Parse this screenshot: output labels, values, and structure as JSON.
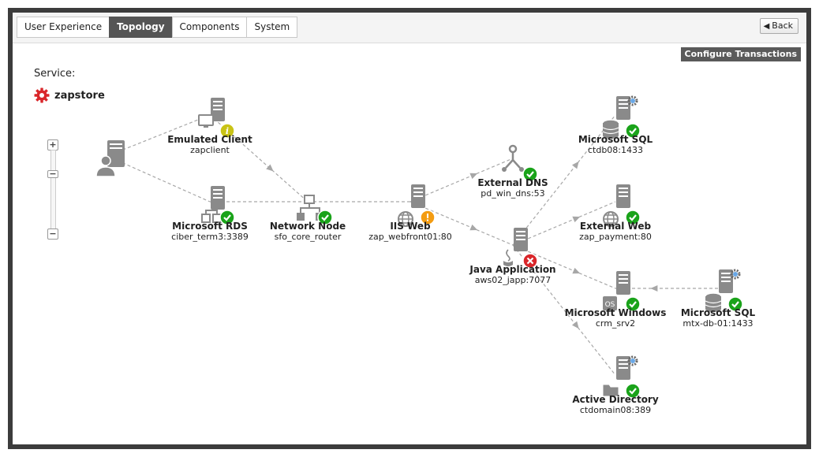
{
  "tabs": [
    {
      "label": "User Experience",
      "active": false
    },
    {
      "label": "Topology",
      "active": true
    },
    {
      "label": "Components",
      "active": false
    },
    {
      "label": "System",
      "active": false
    }
  ],
  "back_label": "Back",
  "configure_label": "Configure Transactions",
  "service_label": "Service:",
  "service_name": "zapstore",
  "zoom": {
    "plus": "+",
    "minus": "−"
  },
  "nodes": [
    {
      "name": "Emulated Client",
      "host": "zapclient",
      "status": "info"
    },
    {
      "name": "Microsoft RDS",
      "host": "ciber_term3:3389",
      "status": "ok"
    },
    {
      "name": "Network Node",
      "host": "sfo_core_router",
      "status": "ok"
    },
    {
      "name": "IIS Web",
      "host": "zap_webfront01:80",
      "status": "warning"
    },
    {
      "name": "External DNS",
      "host": "pd_win_dns:53",
      "status": "ok"
    },
    {
      "name": "Microsoft SQL",
      "host": "ctdb08:1433",
      "status": "ok"
    },
    {
      "name": "External Web",
      "host": "zap_payment:80",
      "status": "ok"
    },
    {
      "name": "Java Application",
      "host": "aws02_japp:7077",
      "status": "error"
    },
    {
      "name": "Microsoft Windows",
      "host": "crm_srv2",
      "status": "ok"
    },
    {
      "name": "Microsoft SQL",
      "host": "mtx-db-01:1433",
      "status": "ok"
    },
    {
      "name": "Active Directory",
      "host": "ctdomain08:389",
      "status": "ok"
    }
  ],
  "colors": {
    "ok": "#1aa31a",
    "warning": "#f39c12",
    "error": "#d9262a",
    "info": "#c9c316",
    "icon": "#8a8a8a",
    "line": "#a7a7a7"
  }
}
